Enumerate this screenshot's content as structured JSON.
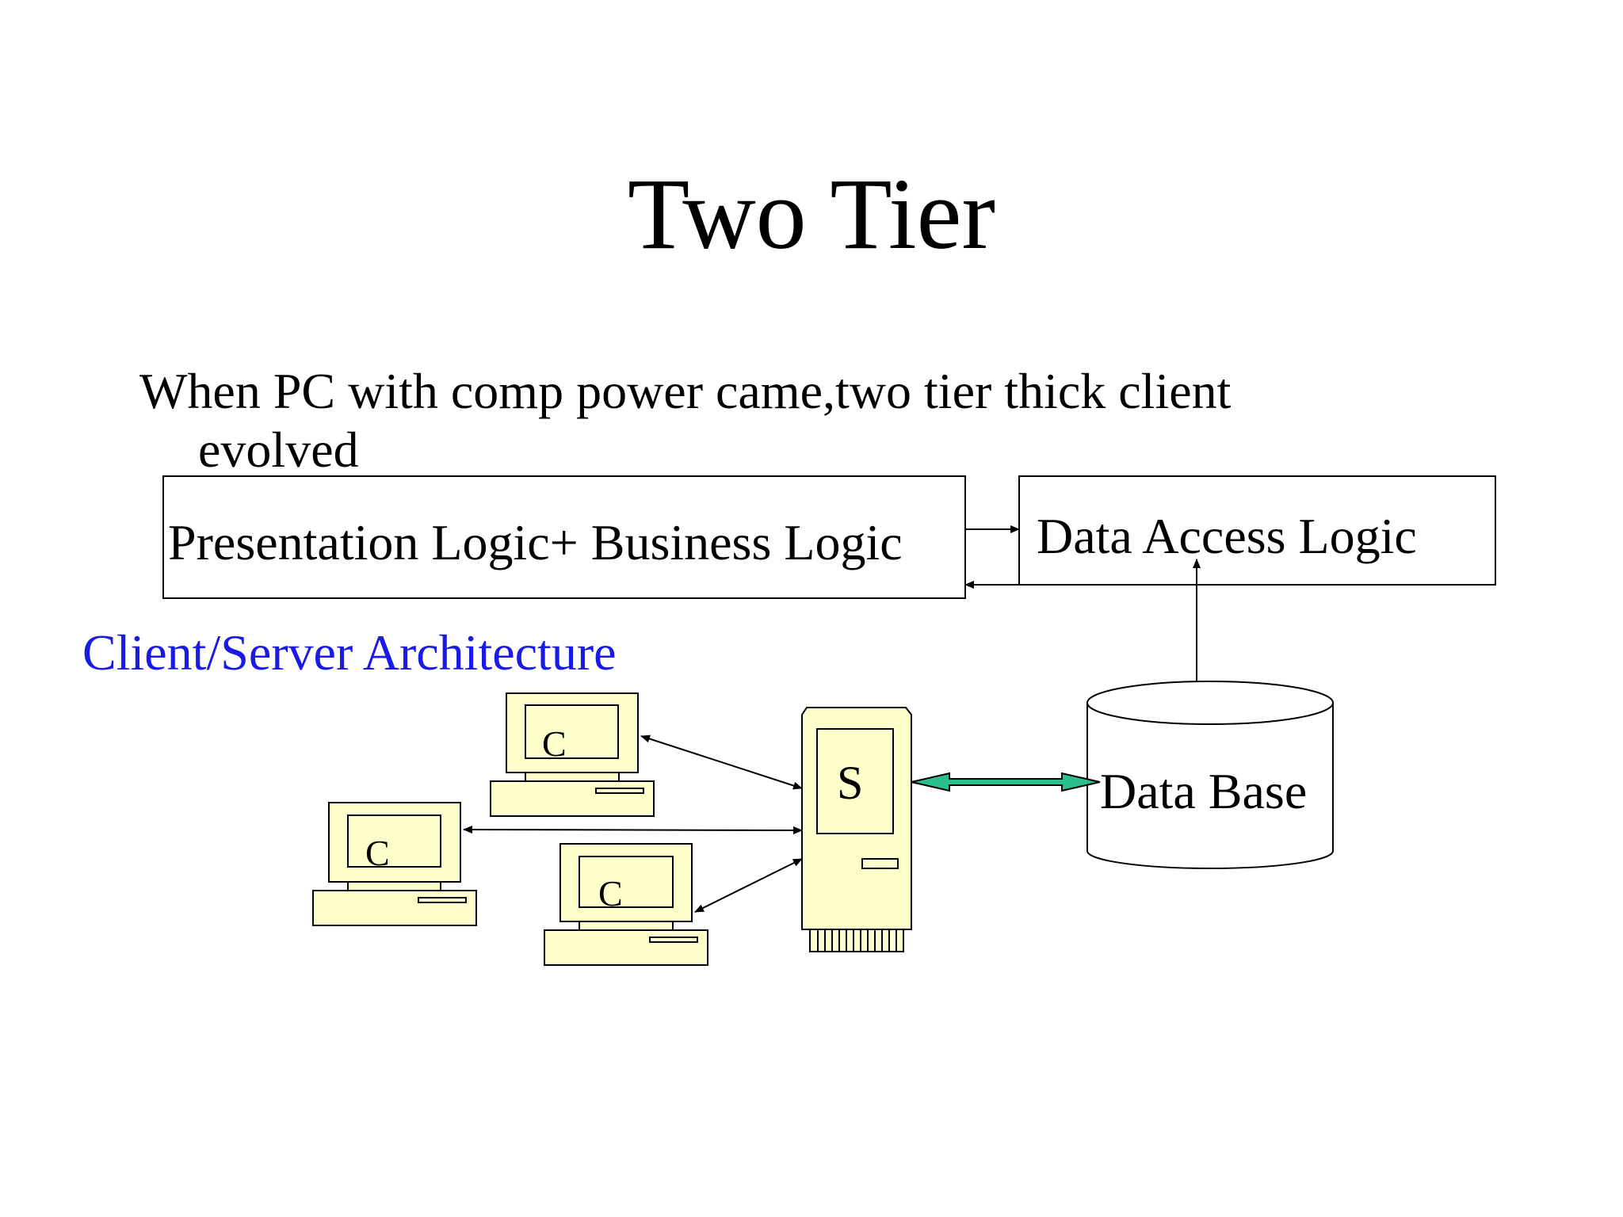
{
  "title": "Two Tier",
  "body": {
    "line1": "When PC with comp power came,two tier thick client",
    "line2": "evolved"
  },
  "subheading": "Client/Server Architecture",
  "colors": {
    "subheading": "#1a1ae6",
    "computer_fill": "#ffffcc",
    "db_link": "#2bbf8f",
    "stroke": "#000000"
  },
  "diagram": {
    "box_presentation": "Presentation Logic+ Business Logic",
    "box_data_access": "Data Access Logic",
    "database_label": "Data Base",
    "server_label": "S",
    "client_label": "C"
  }
}
